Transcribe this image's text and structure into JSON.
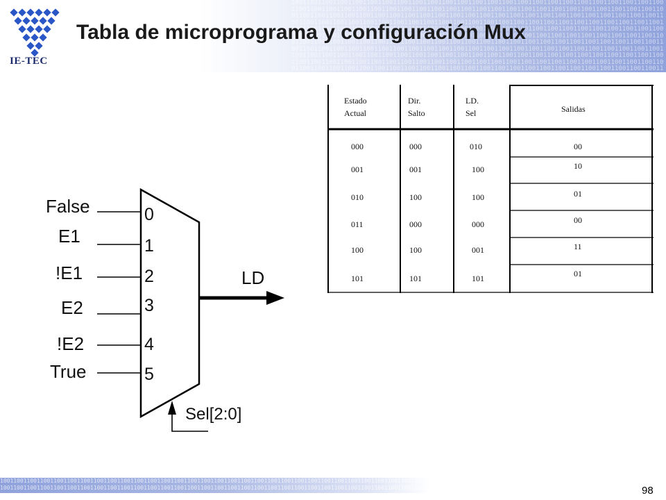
{
  "header": {
    "title": "Tabla de microprograma y configuración Mux",
    "logo_text": "IE-TEC"
  },
  "mux": {
    "inputs": [
      "False",
      "E1",
      "!E1",
      "E2",
      "!E2",
      "True"
    ],
    "numbers": [
      "0",
      "1",
      "2",
      "3",
      "4",
      "5"
    ],
    "output_label": "LD",
    "select_label": "Sel[2:0]"
  },
  "table": {
    "headers": [
      {
        "line1": "Estado",
        "line2": "Actual"
      },
      {
        "line1": "Dir.",
        "line2": "Salto"
      },
      {
        "line1": "LD.",
        "line2": "Sel"
      },
      {
        "line1": "Salidas",
        "line2": ""
      }
    ],
    "rows": [
      [
        "000",
        "000",
        "010",
        "00"
      ],
      [
        "001",
        "001",
        "100",
        "10"
      ],
      [
        "010",
        "100",
        "100",
        "01"
      ],
      [
        "011",
        "000",
        "000",
        "00"
      ],
      [
        "100",
        "100",
        "001",
        "11"
      ],
      [
        "101",
        "101",
        "101",
        "01"
      ]
    ]
  },
  "footer": {
    "page_number": "98"
  },
  "colors": {
    "header_blue": "#8fa2dc",
    "logo_blue": "#1a2a6c"
  }
}
